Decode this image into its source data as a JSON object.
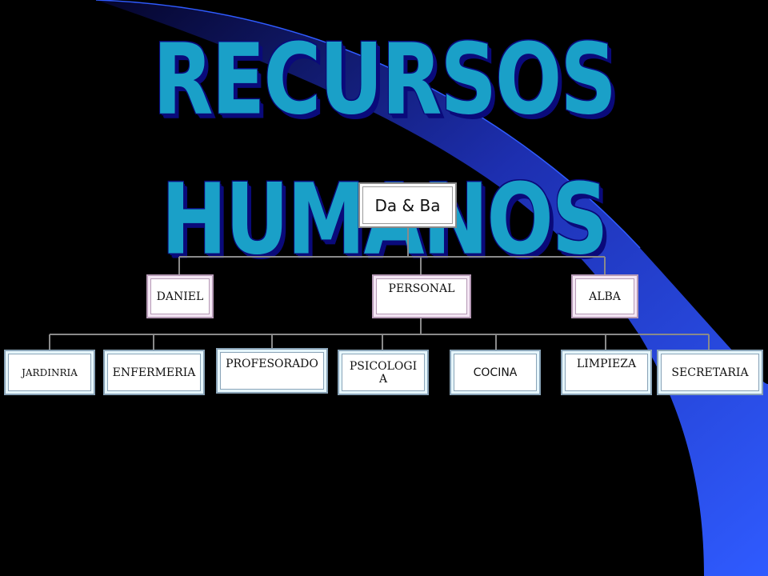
{
  "title": "RECURSOS HUMANOS",
  "colors": {
    "background": "#000000",
    "accent_blue": "#2f5bff",
    "title_fill": "#1aa0c8",
    "title_outline": "#0a0a7a",
    "connector": "#8a8a8a"
  },
  "org_chart": {
    "root": "Da & Ba",
    "level1": [
      "DANIEL",
      "PERSONAL",
      "ALBA"
    ],
    "level2": [
      "JARDINRIA",
      "ENFERMERIA",
      "PROFESORADO",
      "PSICOLOGI A",
      "COCINA",
      "LIMPIEZA",
      "SECRETARIA"
    ]
  }
}
